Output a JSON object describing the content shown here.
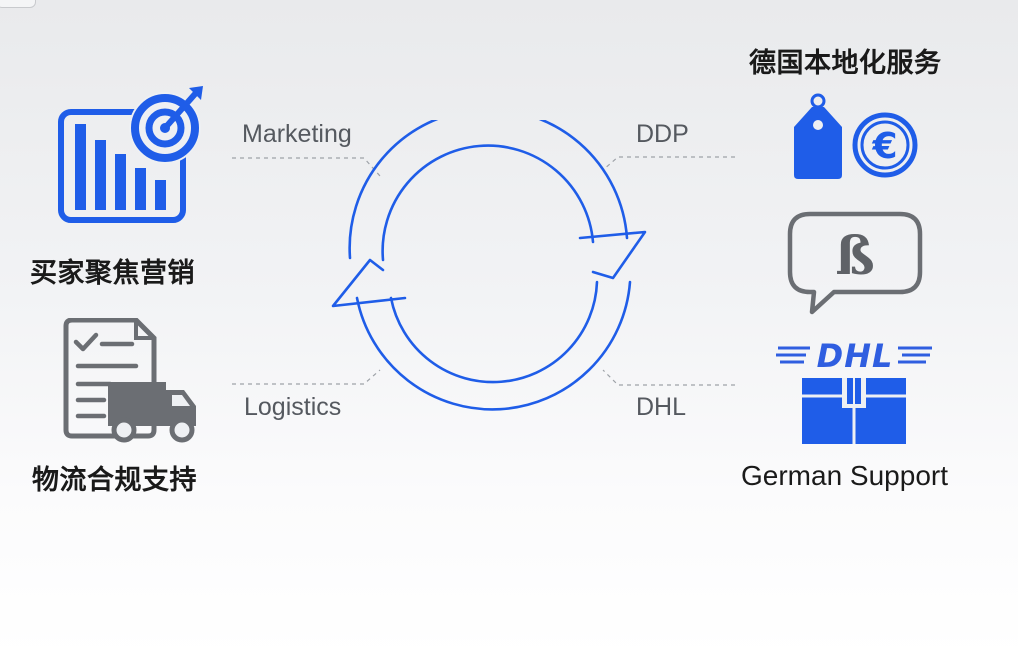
{
  "left_panel": {
    "marketing_title": "买家聚焦营销",
    "logistics_title": "物流合规支持"
  },
  "center": {
    "labels": {
      "marketing": "Marketing",
      "ddp": "DDP",
      "logistics": "Logistics",
      "dhl": "DHL"
    }
  },
  "right_panel": {
    "title": "德国本地化服务",
    "dhl_logo_text": "DHL",
    "footer": "German Support",
    "speech_glyph": "ß",
    "currency_glyph": "€"
  },
  "icons": {
    "marketing": "bar-chart-target-icon",
    "logistics": "checklist-truck-icon",
    "price_tag": "price-tag-icon",
    "euro": "euro-coin-icon",
    "speech": "speech-bubble-icon",
    "dhl": "dhl-logo",
    "box": "package-box-icon",
    "cycle": "cycle-arrows-icon"
  },
  "colors": {
    "blue": "#1f5de8",
    "gray": "#6b6e73",
    "text": "#1a1a1a",
    "flow_text": "#55595f"
  }
}
